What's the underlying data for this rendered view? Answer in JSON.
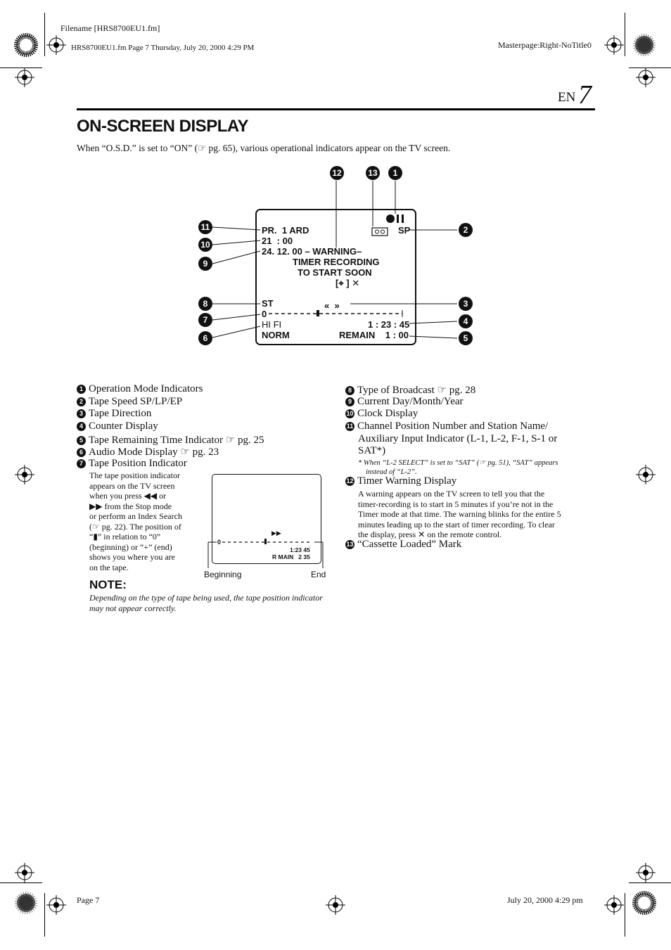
{
  "header": {
    "filename": "Filename [HRS8700EU1.fm]",
    "file_stamp": "HRS8700EU1.fm  Page 7  Thursday, July 20, 2000  4:29 PM",
    "masterpage": "Masterpage:Right-NoTitle0",
    "lang": "EN",
    "page_number": "7"
  },
  "section": {
    "title": "ON-SCREEN DISPLAY",
    "intro": "When “O.S.D.” is set to “ON” (☞ pg. 65), various operational indicators appear on the TV screen."
  },
  "osd_screen": {
    "line1": "PR.  1 ARD",
    "line1_right": "SP",
    "line2": "21  : 00",
    "line3": "24. 12. 00 – WARNING–",
    "line4": "TIMER RECORDING",
    "line5": "TO START SOON",
    "line6": "[⌖ ] ✕",
    "st": "ST",
    "zero": "0",
    "dir": "«  »",
    "hifi": "HI FI",
    "counter": "1 : 23 : 45",
    "norm": "NORM",
    "remain": "REMAIN    1 : 00"
  },
  "callouts": [
    "1",
    "2",
    "3",
    "4",
    "5",
    "6",
    "7",
    "8",
    "9",
    "10",
    "11",
    "12",
    "13"
  ],
  "list_left": [
    {
      "n": "1",
      "text": "Operation Mode Indicators"
    },
    {
      "n": "2",
      "text": "Tape Speed SP/LP/EP"
    },
    {
      "n": "3",
      "text": "Tape Direction"
    },
    {
      "n": "4",
      "text": "Counter Display"
    },
    {
      "n": "5",
      "text": "Tape Remaining Time Indicator ☞ pg. 25"
    },
    {
      "n": "6",
      "text": "Audio Mode Display ☞ pg. 23"
    },
    {
      "n": "7",
      "text": "Tape Position Indicator"
    }
  ],
  "tape_position_desc": [
    "The tape position indicator",
    "appears on the TV screen",
    "when you press ◀◀ or",
    "▶▶  from the Stop mode",
    "or perform an Index Search",
    "(☞ pg. 22). The position of",
    "“▮” in relation to “0”",
    "(beginning) or “+” (end)",
    "shows you where you are",
    "on the tape."
  ],
  "mini_screen": {
    "zero": "0",
    "ff": "▶▶",
    "time": "1:23 45",
    "remain": "R MAIN   2 35",
    "beginning": "Beginning",
    "end": "End"
  },
  "note": {
    "heading": "NOTE:",
    "text": "Depending on the type of tape being used, the tape position indicator may not appear correctly."
  },
  "list_right": [
    {
      "n": "8",
      "text": "Type of Broadcast ☞ pg. 28"
    },
    {
      "n": "9",
      "text": "Current Day/Month/Year"
    },
    {
      "n": "10",
      "text": "Clock Display"
    },
    {
      "n": "11",
      "text": "Channel Position Number and Station Name/"
    },
    {
      "n": "",
      "text": "Auxiliary Input Indicator (L-1, L-2, F-1, S-1 or"
    },
    {
      "n": "",
      "text": "SAT*)"
    }
  ],
  "footnote": [
    "*  When “L-2 SELECT” is set to “SAT” (☞ pg. 51), “SAT” appears",
    "instead of “L-2”."
  ],
  "item12": {
    "n": "12",
    "text": "Timer Warning Display"
  },
  "item12_desc": [
    "A warning appears on the TV screen to tell you that the",
    "timer-recording is to start in 5 minutes if you’re not in the",
    "Timer mode at that time. The warning blinks for the entire 5",
    "minutes leading up to the start of timer recording. To clear",
    "the display, press ✕ on the remote control."
  ],
  "item13": {
    "n": "13",
    "text": "“Cassette Loaded” Mark"
  },
  "footer": {
    "page": "Page 7",
    "date": "July 20, 2000 4:29 pm"
  }
}
